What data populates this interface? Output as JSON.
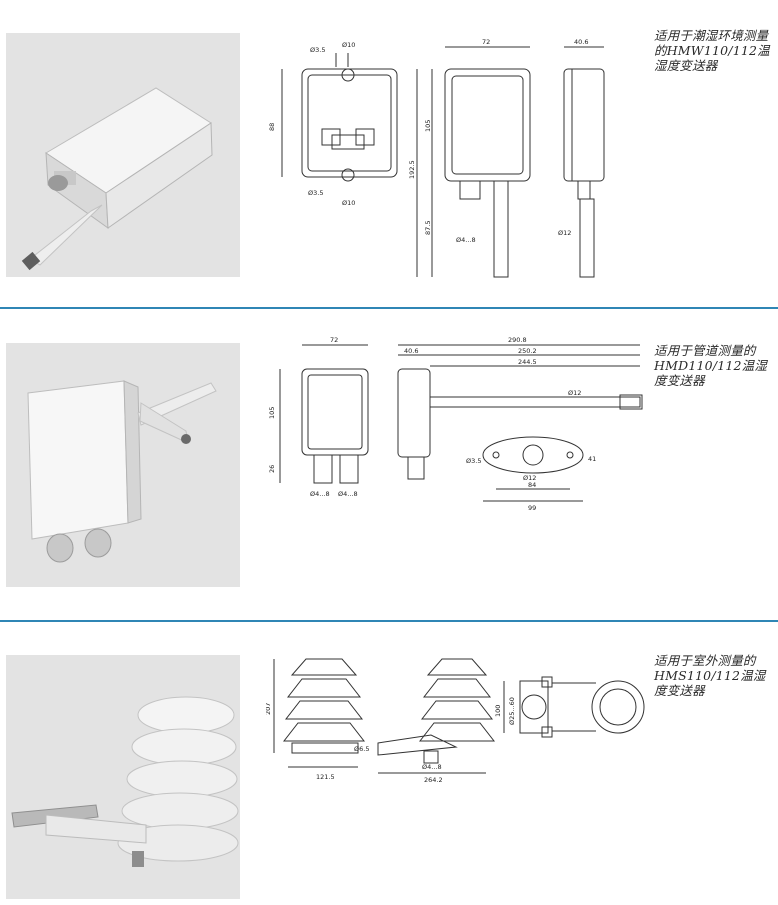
{
  "sections": [
    {
      "caption": "适用于潮湿环境测量的HMW110/112温湿度变送器",
      "dims": {
        "hole_small_top": "Ø3.5",
        "hole_big_top": "Ø10",
        "height_box": "88",
        "hole_small_bottom": "Ø3.5",
        "hole_big_bottom": "Ø10",
        "width_front": "72",
        "height_front": "105",
        "total_height": "192.5",
        "probe_length": "87.5",
        "cable": "Ø4...8",
        "depth_side": "40.6",
        "probe_dia": "Ø12"
      }
    },
    {
      "caption": "适用于管道测量的HMD110/112温湿度变送器",
      "dims": {
        "width_front": "72",
        "height_front": "105",
        "gland_height": "26",
        "cable_left": "Ø4...8",
        "cable_right": "Ø4...8",
        "total_len": "290.8",
        "depth": "40.6",
        "len_mid": "250.2",
        "len_probe": "244.5",
        "probe_dia": "Ø12",
        "flange_hole": "Ø3.5",
        "flange_center": "Ø12",
        "flange_inner": "84",
        "flange_outer": "99",
        "flange_height": "41"
      }
    },
    {
      "caption": "适用于室外测量的HMS110/112温湿度变送器",
      "dims": {
        "height": "207",
        "hole": "Ø6.5",
        "width_base": "121.5",
        "cable": "Ø4...8",
        "width_side": "264.2",
        "bracket_height": "100",
        "pipe_range": "Ø25...60"
      }
    }
  ]
}
